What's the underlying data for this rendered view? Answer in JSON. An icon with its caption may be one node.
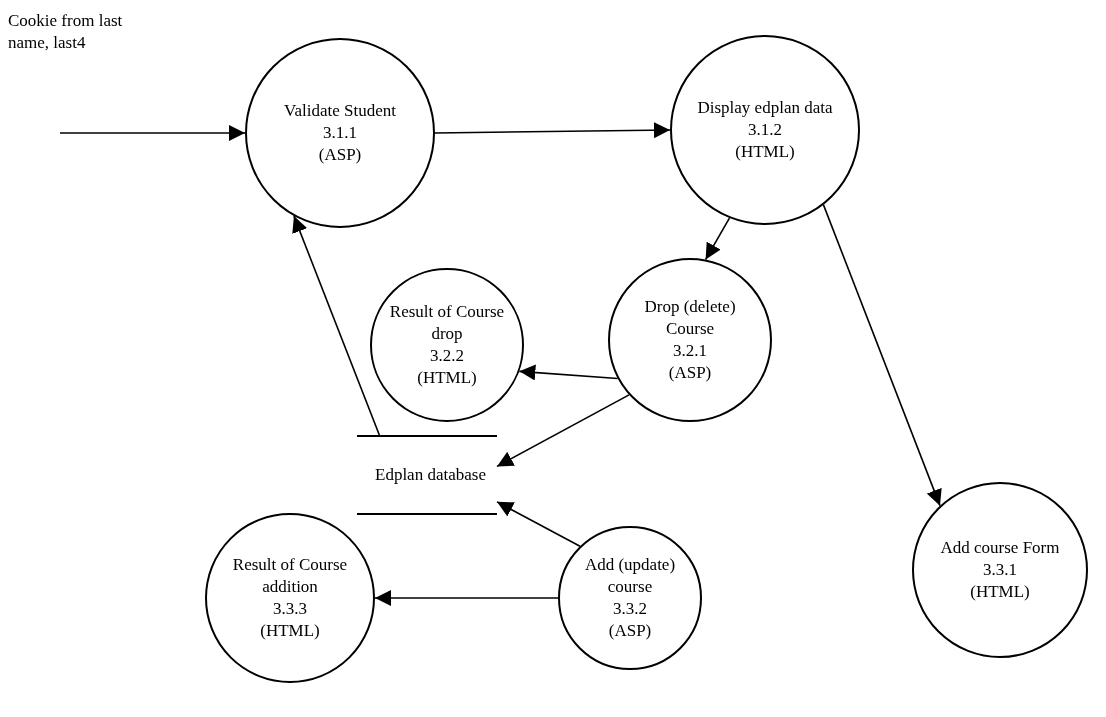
{
  "diagram": {
    "nodes": [
      {
        "text": [
          "Validate Student",
          "3.1.1",
          "(ASP)"
        ]
      },
      {
        "text": [
          "Display edplan data",
          "3.1.2",
          "(HTML)"
        ]
      },
      {
        "text": [
          "Result of Course drop",
          "3.2.2",
          "(HTML)"
        ]
      },
      {
        "text": [
          "Drop (delete) Course",
          "3.2.1",
          "(ASP)"
        ]
      },
      {
        "text": [
          "Edplan database"
        ]
      },
      {
        "text": [
          "Result of Course addition",
          "3.3.3",
          "(HTML)"
        ]
      },
      {
        "text": [
          "Add (update) course",
          "3.3.2",
          "(ASP)"
        ]
      },
      {
        "text": [
          "Add course Form",
          "3.3.1",
          "(HTML)"
        ]
      }
    ],
    "edges": [
      {
        "from": null,
        "to": 0,
        "arrow": "to",
        "label": "Cookie from last name, last4"
      },
      {
        "from": 0,
        "to": 1,
        "arrow": "to"
      },
      {
        "from": 1,
        "to": 3,
        "arrow": "to"
      },
      {
        "from": 3,
        "to": 2,
        "arrow": "to"
      },
      {
        "from": 3,
        "to": 4,
        "arrow": "to"
      },
      {
        "from": 4,
        "to": 0,
        "arrow": "to"
      },
      {
        "from": 6,
        "to": 4,
        "arrow": "to"
      },
      {
        "from": 6,
        "to": 5,
        "arrow": "to"
      },
      {
        "from": 1,
        "to": 7,
        "arrow": "to"
      }
    ]
  }
}
